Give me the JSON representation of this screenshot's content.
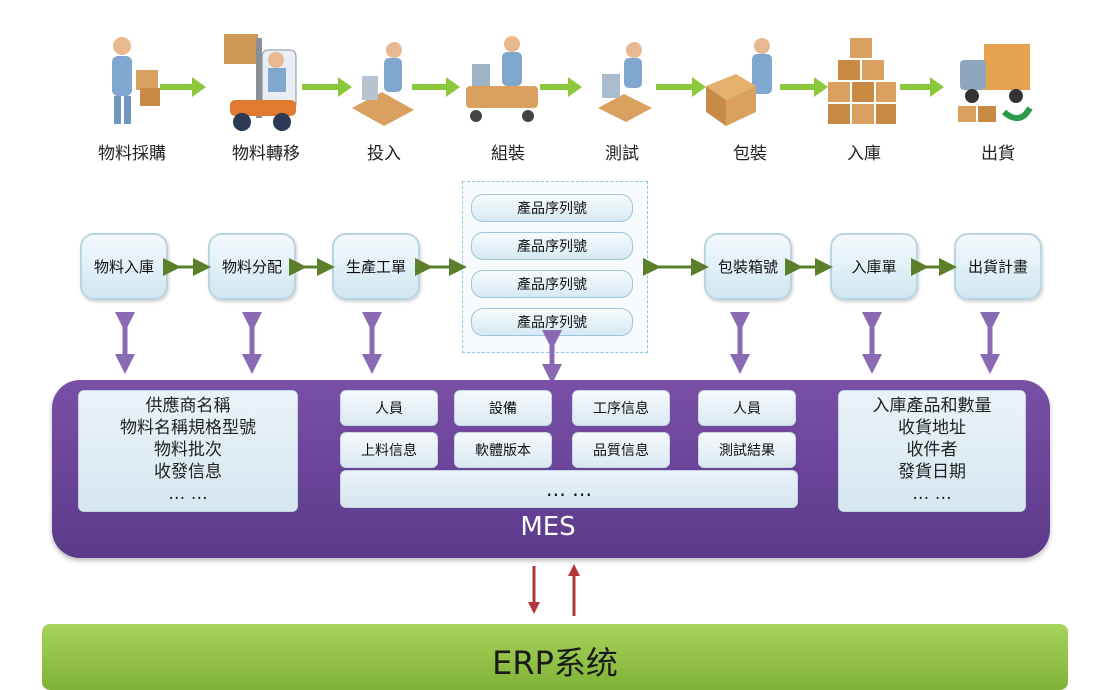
{
  "process_stages": [
    "物料採購",
    "物料轉移",
    "投入",
    "組裝",
    "測試",
    "包裝",
    "入庫",
    "出貨"
  ],
  "flow_nodes": {
    "left": [
      "物料入庫",
      "物料分配",
      "生產工單"
    ],
    "right": [
      "包裝箱號",
      "入庫單",
      "出貨計畫"
    ]
  },
  "serials": [
    "產品序列號",
    "產品序列號",
    "產品序列號",
    "產品序列號"
  ],
  "mes": {
    "left_info": [
      "供應商名稱",
      "物料名稱規格型號",
      "物料批次",
      "收發信息",
      "… …"
    ],
    "grid": [
      [
        "人員",
        "設備",
        "工序信息",
        "人員"
      ],
      [
        "上料信息",
        "軟體版本",
        "品質信息",
        "測試結果"
      ]
    ],
    "grid_more": "… …",
    "right_info": [
      "入庫產品和數量",
      "收貨地址",
      "收件者",
      "發貨日期",
      "… …"
    ],
    "title": "MES"
  },
  "erp": {
    "label": "ERP系统"
  },
  "colors": {
    "green_arrow": "#8cc83c",
    "mes_purple": "#6a4599",
    "link_purple": "#8a6bb3",
    "erp_green": "#8fc245",
    "erp_arrow": "#b3363a"
  }
}
